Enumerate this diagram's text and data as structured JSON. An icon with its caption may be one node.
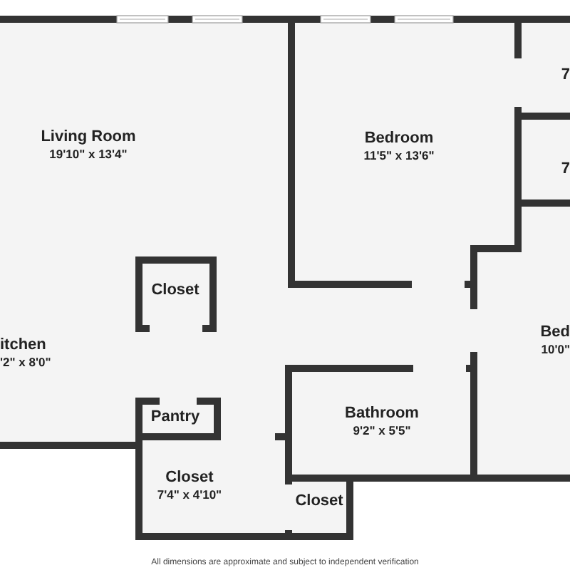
{
  "diagram": {
    "nodes": [
      {
        "text": [
          "Living Room",
          "19'10\" x 13'4\""
        ]
      },
      {
        "text": [
          "itchen",
          "'2\" x 8'0\""
        ]
      },
      {
        "text": [
          "Closet"
        ]
      },
      {
        "text": [
          "Bedroom",
          "11'5\" x 13'6\""
        ]
      },
      {
        "text": [
          "7"
        ]
      },
      {
        "text": [
          "7"
        ]
      },
      {
        "text": [
          "Bed",
          "10'0\""
        ]
      },
      {
        "text": [
          "Bathroom",
          "9'2\" x 5'5\""
        ]
      },
      {
        "text": [
          "Pantry"
        ]
      },
      {
        "text": [
          "Closet",
          "7'4\" x 4'10\""
        ]
      },
      {
        "text": [
          "Closet"
        ]
      }
    ],
    "labels": [
      "All dimensions are approximate and subject to independent verification"
    ]
  }
}
